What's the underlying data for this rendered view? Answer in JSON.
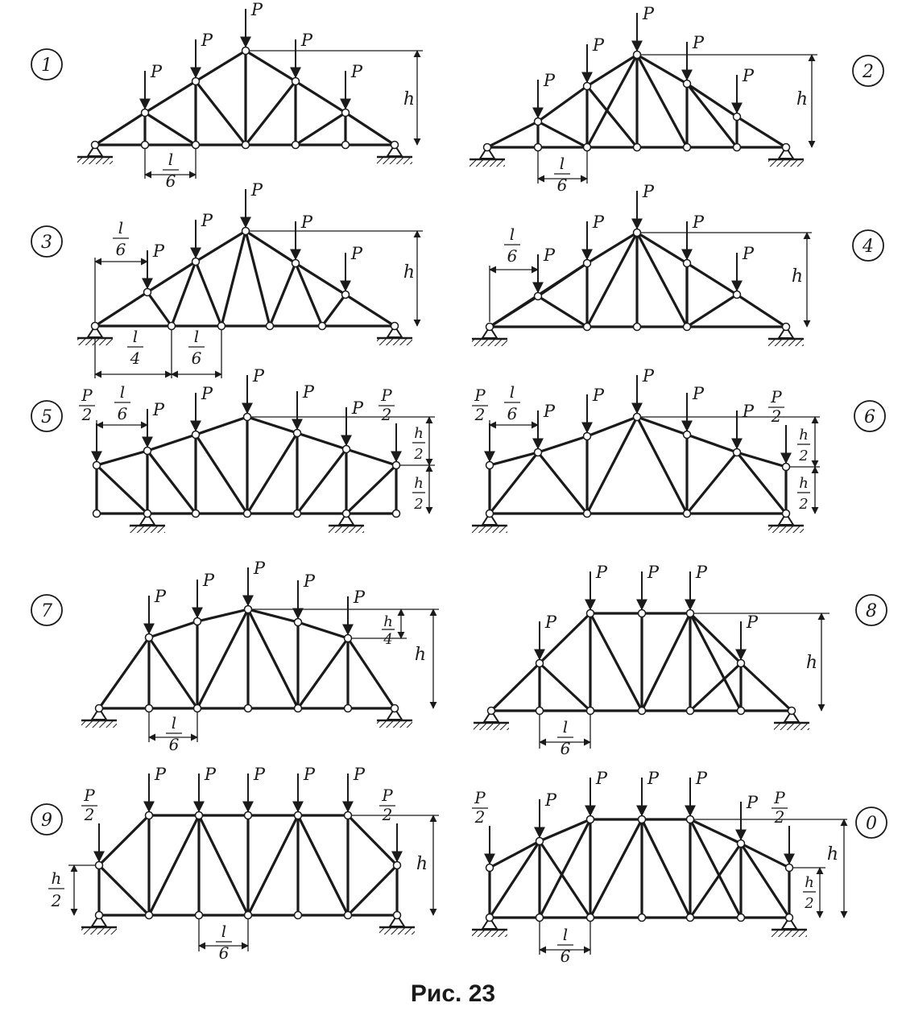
{
  "caption": "Рис. 23",
  "labels": {
    "load": "P",
    "half_load_num": "P",
    "height": "h",
    "half_height_num": "h",
    "panel_len": "l",
    "den_6": "6",
    "den_4": "4",
    "den_2": "2"
  },
  "panels": [
    {
      "number": "1"
    },
    {
      "number": "2"
    },
    {
      "number": "3"
    },
    {
      "number": "4"
    },
    {
      "number": "5"
    },
    {
      "number": "6"
    },
    {
      "number": "7"
    },
    {
      "number": "8"
    },
    {
      "number": "9"
    },
    {
      "number": "0"
    }
  ]
}
